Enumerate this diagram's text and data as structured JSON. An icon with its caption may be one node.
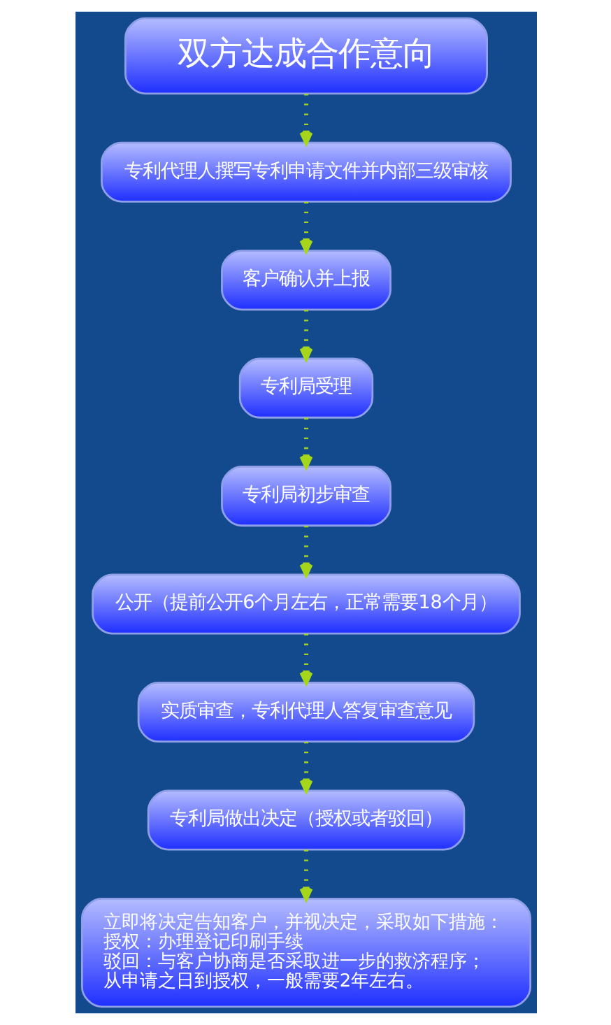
{
  "diagram": {
    "nodes": [
      {
        "text": [
          "双方达成合作意向"
        ]
      },
      {
        "text": [
          "专利代理人撰写专利申请文件并内部三级审核"
        ]
      },
      {
        "text": [
          "客户确认并上报"
        ]
      },
      {
        "text": [
          "专利局受理"
        ]
      },
      {
        "text": [
          "专利局初步审查"
        ]
      },
      {
        "text": [
          "公开（提前公开6个月左右，正常需要18个月）"
        ]
      },
      {
        "text": [
          "实质审查，专利代理人答复审查意见"
        ]
      },
      {
        "text": [
          "专利局做出决定（授权或者驳回）"
        ]
      },
      {
        "text": [
          "立即将决定告知客户，并视决定，采取如下措施：",
          "授权：办理登记印刷手续",
          "驳回：与客户协商是否采取进一步的救济程序；",
          "从申请之日到授权，一般需要2年左右。"
        ]
      }
    ],
    "edges": [
      {
        "from": 0,
        "to": 1,
        "arrow": "to"
      },
      {
        "from": 1,
        "to": 2,
        "arrow": "to"
      },
      {
        "from": 2,
        "to": 3,
        "arrow": "to"
      },
      {
        "from": 3,
        "to": 4,
        "arrow": "to"
      },
      {
        "from": 4,
        "to": 5,
        "arrow": "to"
      },
      {
        "from": 5,
        "to": 6,
        "arrow": "to"
      },
      {
        "from": 6,
        "to": 7,
        "arrow": "to"
      },
      {
        "from": 7,
        "to": 8,
        "arrow": "to"
      }
    ]
  }
}
